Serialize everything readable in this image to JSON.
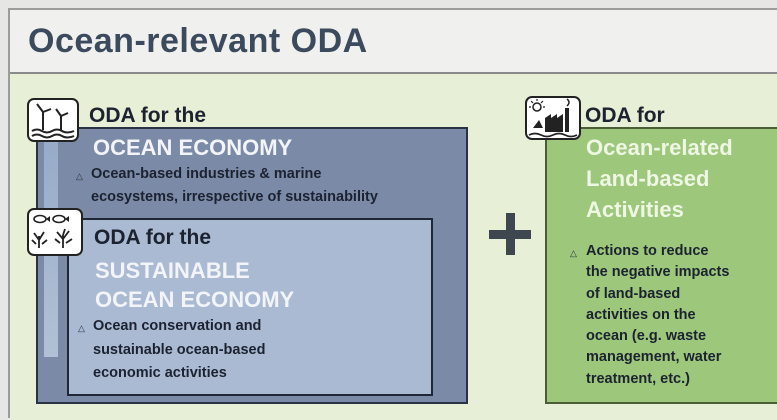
{
  "title": "Ocean-relevant ODA",
  "ocean_economy": {
    "prefix": "ODA for the",
    "heading": "OCEAN ECONOMY",
    "bullet_line1": "Ocean-based industries & marine",
    "bullet_line2": "ecosystems, irrespective of sustainability",
    "icon": "wind-turbine-icon"
  },
  "sustainable_ocean_economy": {
    "prefix": "ODA for the",
    "heading_line1": "SUSTAINABLE",
    "heading_line2": "OCEAN ECONOMY",
    "bullet_line1": "Ocean conservation and",
    "bullet_line2": "sustainable ocean-based",
    "bullet_line3": "economic activities",
    "icon": "fish-coral-icon"
  },
  "land_based": {
    "prefix": "ODA for",
    "heading_line1": "Ocean-related",
    "heading_line2": "Land-based",
    "heading_line3": "Activities",
    "bullet_lines": [
      "Actions to reduce",
      "the negative impacts",
      "of land-based",
      "activities on the",
      "ocean (e.g. waste",
      "management, water",
      "treatment, etc.)"
    ],
    "icon": "factory-pollution-icon"
  },
  "operator": "+",
  "colors": {
    "title": "#3b4a5c",
    "ocean_economy_fill": "#7b8aa7",
    "sustainable_fill": "#a9bad2",
    "land_fill": "#9dc77b",
    "background": "#e7f0d6"
  }
}
